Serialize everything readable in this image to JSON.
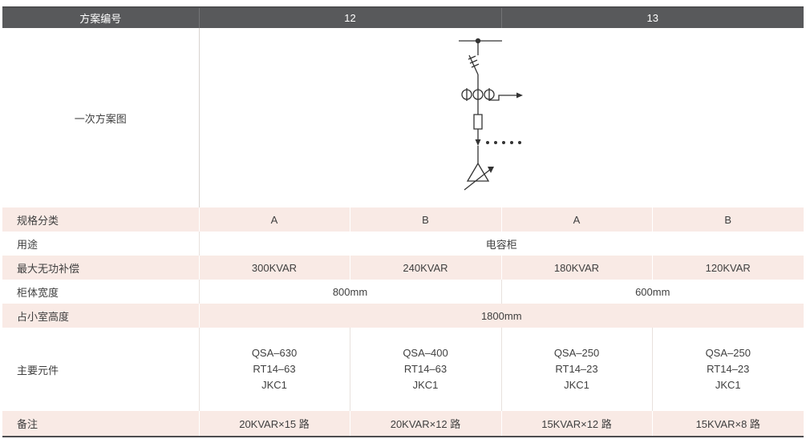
{
  "colors": {
    "header_bg": "#58595B",
    "header_text": "#FFFFFF",
    "row_tint": "#F9EAE5",
    "text": "#3F3F3F",
    "border_dark": "#4D4D4F",
    "divider": "#D8D2CE"
  },
  "header": {
    "label": "方案编号",
    "schemes": [
      "12",
      "13"
    ]
  },
  "diagram": {
    "label": "一次方案图",
    "icon": "one-line-electrical-diagram"
  },
  "spec": {
    "label": "规格分类",
    "values": [
      "A",
      "B",
      "A",
      "B"
    ]
  },
  "usage": {
    "label": "用途",
    "value": "电容柜"
  },
  "max_compensation": {
    "label": "最大无功补偿",
    "values": [
      "300KVAR",
      "240KVAR",
      "180KVAR",
      "120KVAR"
    ]
  },
  "cabinet_width": {
    "label": "柜体宽度",
    "values": [
      "800mm",
      "600mm"
    ]
  },
  "room_height": {
    "label": "占小室高度",
    "value": "1800mm"
  },
  "main_components": {
    "label": "主要元件",
    "values": [
      [
        "QSA–630",
        "RT14–63",
        "JKC1"
      ],
      [
        "QSA–400",
        "RT14–63",
        "JKC1"
      ],
      [
        "QSA–250",
        "RT14–23",
        "JKC1"
      ],
      [
        "QSA–250",
        "RT14–23",
        "JKC1"
      ]
    ]
  },
  "remarks": {
    "label": "备注",
    "values": [
      "20KVAR×15 路",
      "20KVAR×12 路",
      "15KVAR×12 路",
      "15KVAR×8 路"
    ]
  }
}
